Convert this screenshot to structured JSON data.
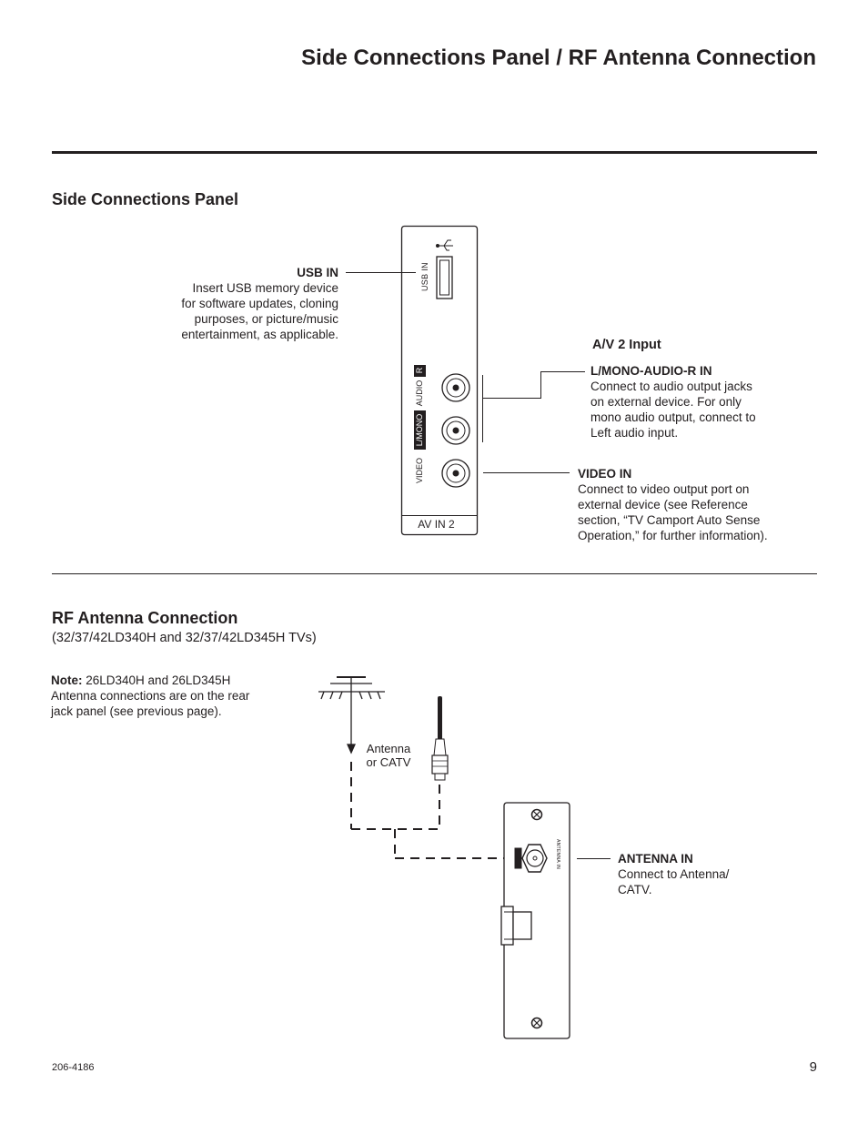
{
  "page": {
    "title": "Side Connections Panel / RF Antenna Connection",
    "doc_number": "206-4186",
    "page_number": "9"
  },
  "side_panel": {
    "heading": "Side Connections Panel",
    "usb": {
      "title": "USB IN",
      "desc_lines": [
        "Insert USB memory device",
        "for software updates, cloning",
        "purposes, or picture/music",
        "entertainment, as applicable."
      ]
    },
    "av_heading": "A/V 2 Input",
    "audio": {
      "title": "L/MONO-AUDIO-R IN",
      "desc_lines": [
        "Connect to audio output jacks",
        "on external device. For only",
        "mono audio output, connect to",
        "Left audio input."
      ]
    },
    "video": {
      "title": "VIDEO IN",
      "desc_lines": [
        "Connect to video output port on",
        "external device (see Reference",
        "section, “TV Camport Auto Sense",
        "Operation,” for further information)."
      ]
    },
    "panel_labels": {
      "usb_in": "USB IN",
      "audio": "AUDIO",
      "r": "R",
      "l_mono": "L/MONO",
      "video": "VIDEO",
      "av_in_2": "AV IN 2"
    }
  },
  "rf": {
    "heading": "RF Antenna Connection",
    "subheading": "(32/37/42LD340H and 32/37/42LD345H TVs)",
    "note_label": "Note:",
    "note_first": " 26LD340H and 26LD345H",
    "note_lines": [
      "Antenna connections are on the rear",
      "jack panel (see previous page)."
    ],
    "antenna_label_lines": [
      "Antenna",
      "or CATV"
    ],
    "antenna_in": {
      "title": "ANTENNA IN",
      "desc_lines": [
        "Connect to Antenna/",
        "CATV."
      ]
    },
    "panel_label": "ANTENNA IN"
  }
}
